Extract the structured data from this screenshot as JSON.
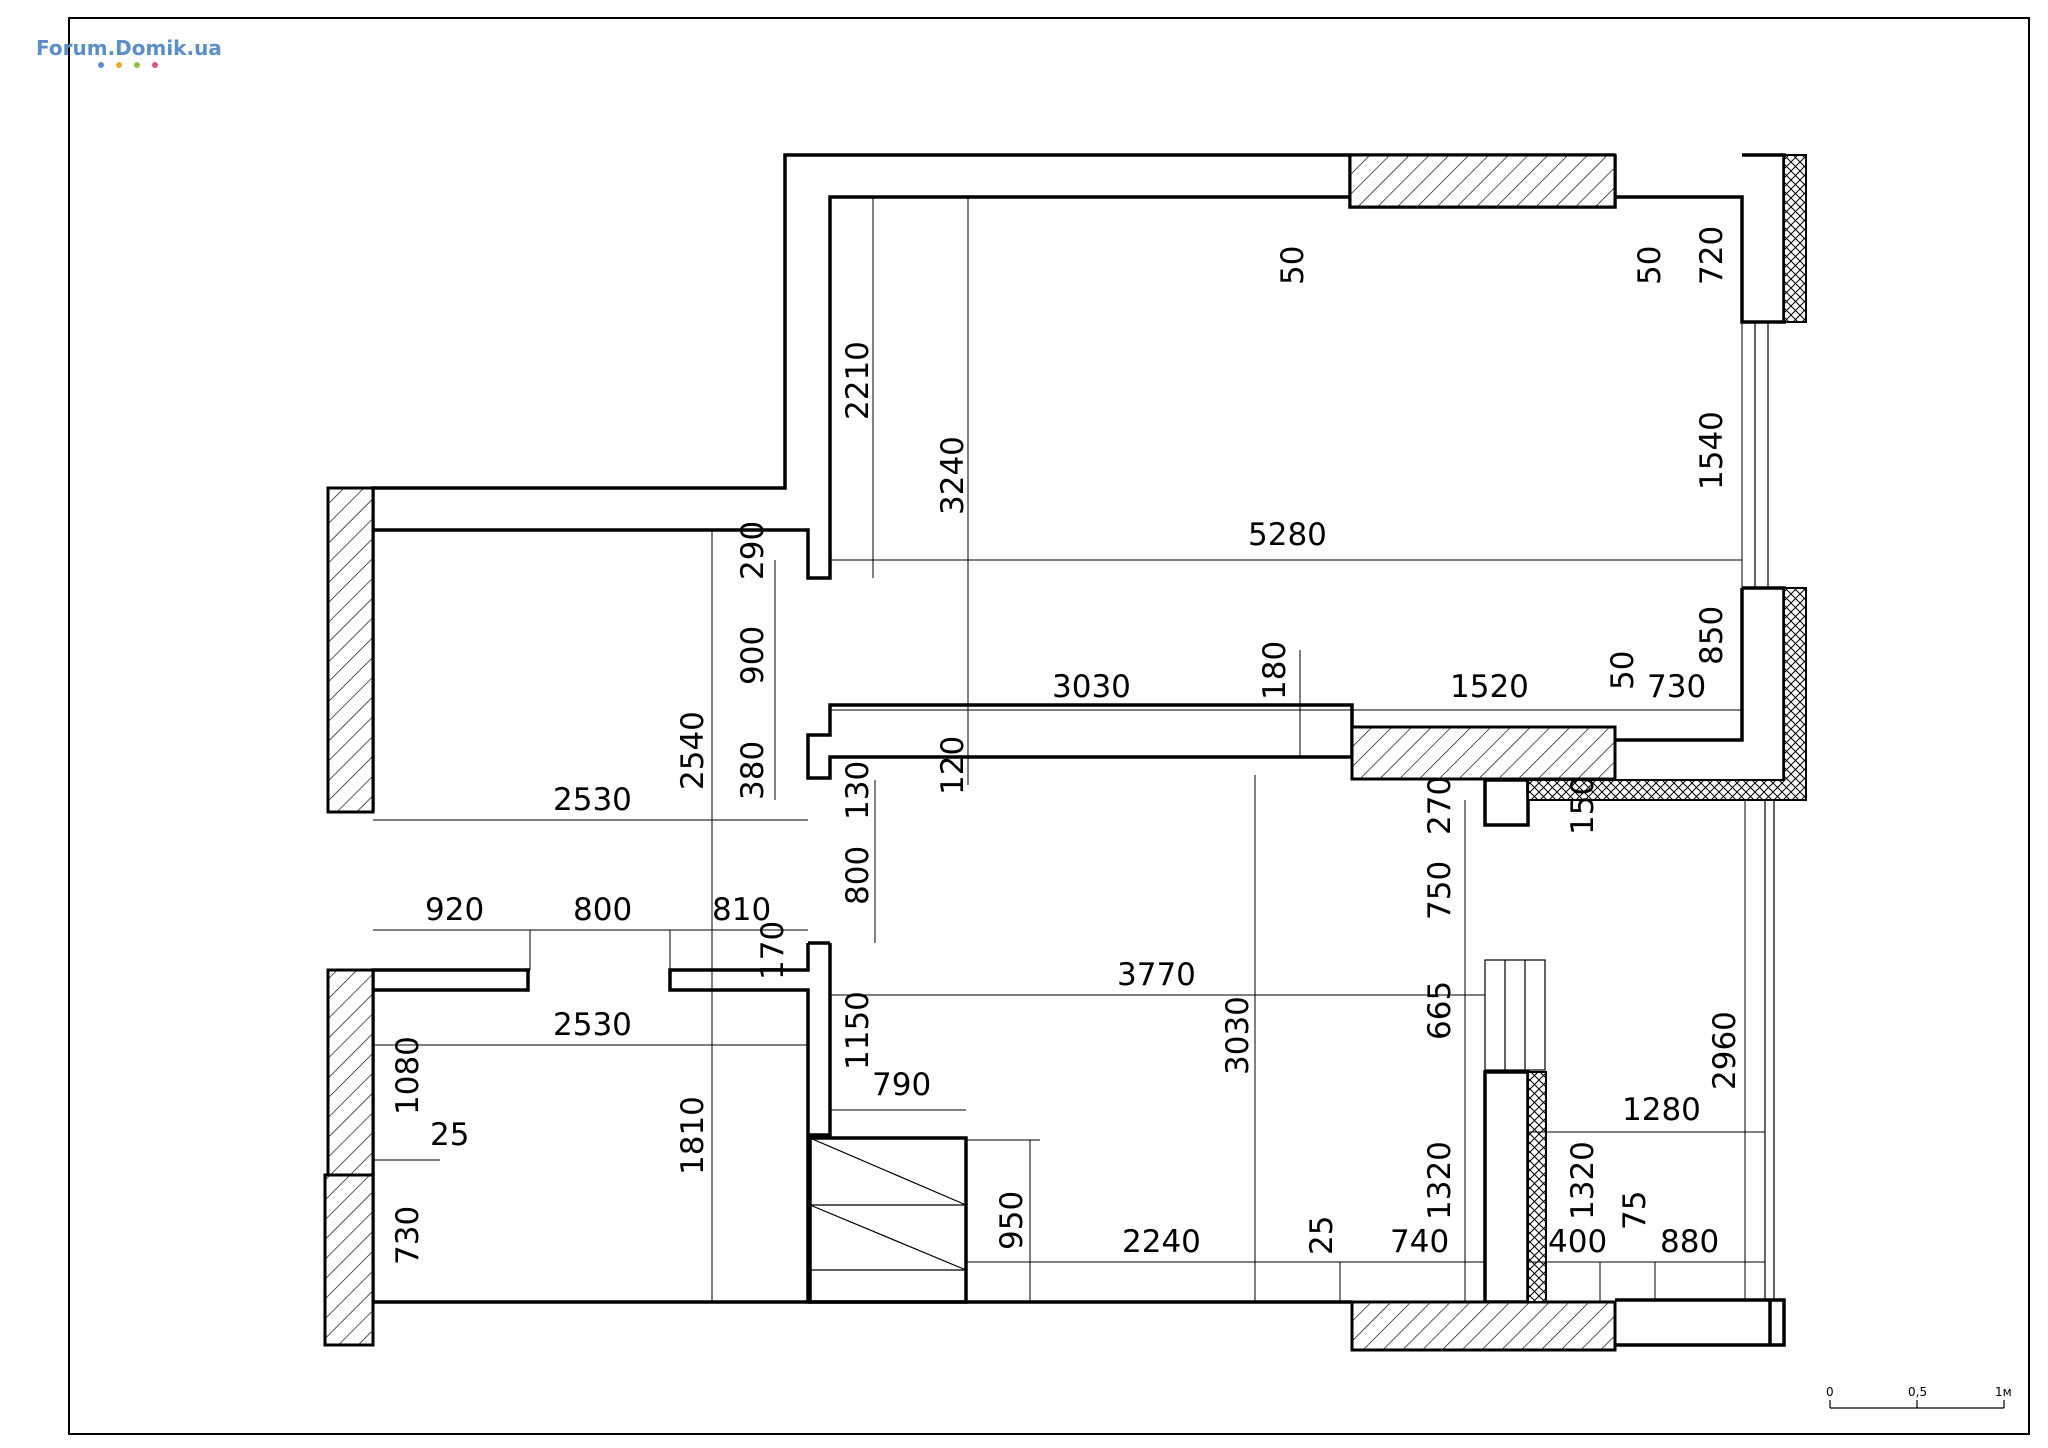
{
  "watermark": {
    "site": "Forum.Domik.ua",
    "dot_colors": [
      "#5b8fc9",
      "#f0a830",
      "#8cc63f",
      "#e0528a"
    ]
  },
  "scale_bar": {
    "start": "0",
    "mid": "0,5",
    "end": "1м"
  },
  "dimensions": {
    "top_window_left_50": "50",
    "top_window_right_50": "50",
    "right_720": "720",
    "left_2210": "2210",
    "left_3240": "3240",
    "right_1540": "1540",
    "room_width_5280": "5280",
    "niche_290": "290",
    "right_850": "850",
    "opening_900": "900",
    "span_3030_top": "3030",
    "gap_180": "180",
    "window_1520": "1520",
    "gap_50_mid": "50",
    "seg_730_mid": "730",
    "height_2540": "2540",
    "pillar_380": "380",
    "wall_120": "120",
    "wall_130": "130",
    "corridor_2530_top": "2530",
    "notch_270": "270",
    "notch_150": "150",
    "door_800_vertical": "800",
    "door_750": "750",
    "seg_920": "920",
    "seg_800": "800",
    "seg_810": "810",
    "seg_170": "170",
    "room_3770": "3770",
    "seg_665": "665",
    "corridor_2530_bottom": "2530",
    "seg_1150": "1150",
    "height_3030_bottom": "3030",
    "height_2960": "2960",
    "seg_1080": "1080",
    "seg_790": "790",
    "seg_1280": "1280",
    "seg_25_left": "25",
    "seg_1810": "1810",
    "seg_1320_left": "1320",
    "seg_1320_right": "1320",
    "seg_730_left": "730",
    "seg_950": "950",
    "seg_2240": "2240",
    "seg_25_bottom": "25",
    "seg_740": "740",
    "seg_400": "400",
    "seg_75": "75",
    "seg_880": "880"
  }
}
